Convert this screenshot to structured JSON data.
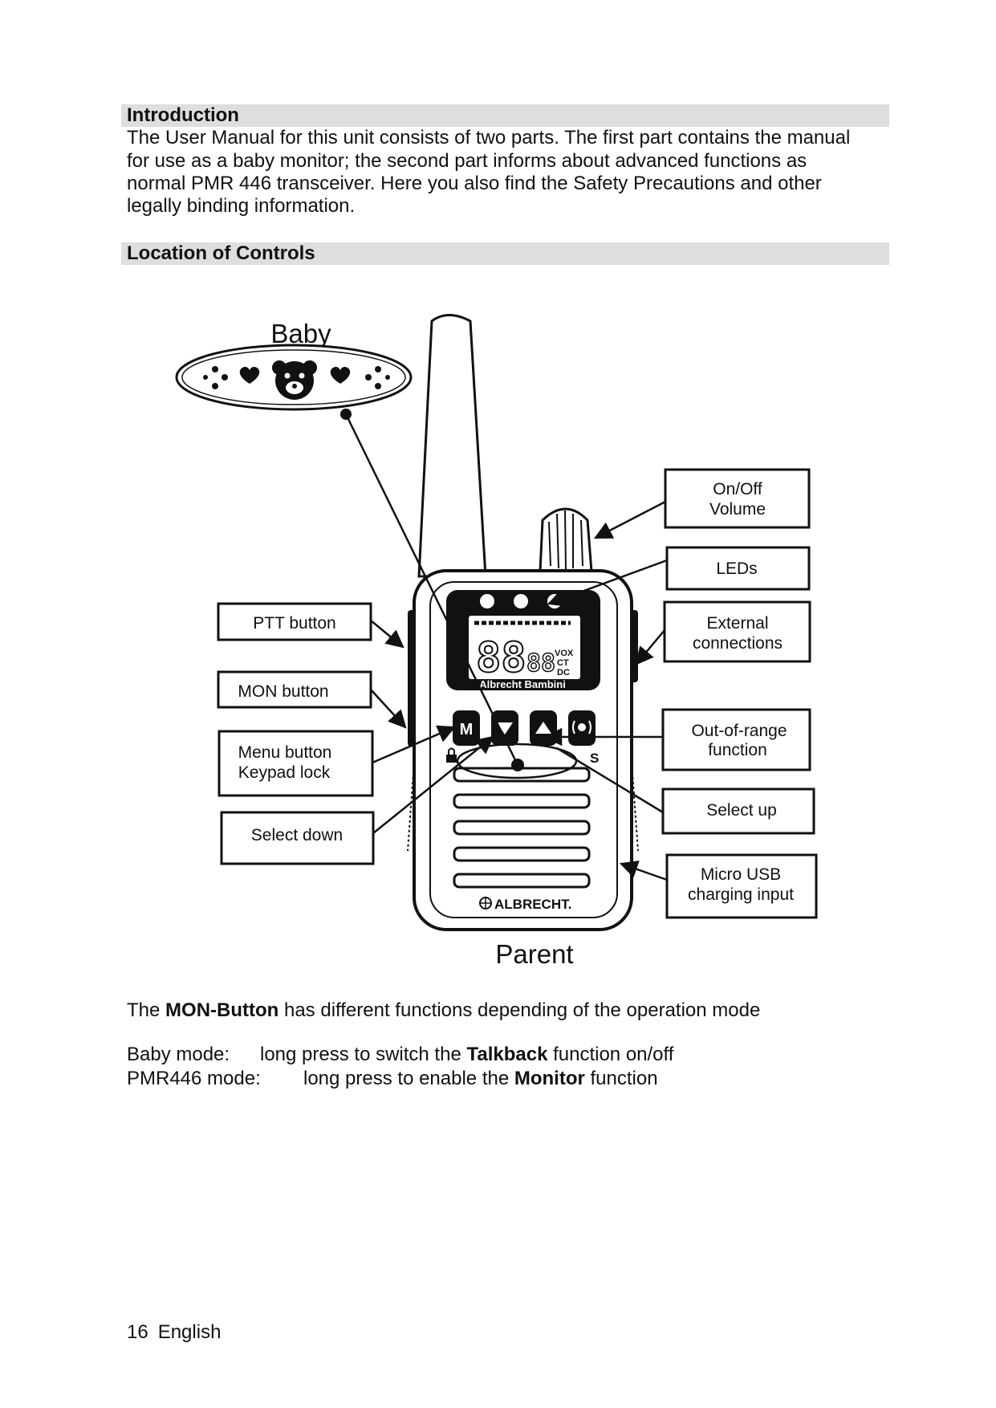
{
  "sections": {
    "introduction": {
      "heading": "Introduction",
      "lines": [
        "The User Manual for this unit consists of two parts. The first part contains the manual",
        "for use as a baby monitor; the second part informs about advanced functions as",
        "normal PMR 446 transceiver. Here you also find the Safety Precautions and other",
        "legally binding information."
      ]
    },
    "controls": {
      "heading": "Location of Controls"
    }
  },
  "diagram": {
    "baby_label": "Baby",
    "parent_label": "Parent",
    "device_brand": "ALBRECHT.",
    "display_label": "Albrecht Bambini",
    "display_digits": "88",
    "display_small_digits": "88",
    "display_vox": "VOX",
    "display_ct": "CT",
    "display_dc": "DC",
    "key_m": "M",
    "key_s": "S",
    "callouts": {
      "on_off": [
        "On/Off",
        "Volume"
      ],
      "leds": [
        "LEDs"
      ],
      "external": [
        "External",
        "connections"
      ],
      "ptt": [
        "PTT button"
      ],
      "mon": [
        "MON button"
      ],
      "menu": [
        "Menu button",
        "Keypad lock"
      ],
      "select_down": [
        "Select down"
      ],
      "out_of_range": [
        "Out-of-range",
        "function"
      ],
      "select_up": [
        "Select up"
      ],
      "usb": [
        "Micro USB",
        "charging input"
      ]
    }
  },
  "mon_text": {
    "prefix": "The ",
    "bold": "MON-Button",
    "suffix": " has different functions depending of the operation mode"
  },
  "modes": {
    "baby": {
      "label": "Baby mode:",
      "text": "long press to switch the ",
      "bold": "Talkback",
      "suffix": " function on/off"
    },
    "pmr": {
      "label": "PMR446 mode:",
      "text": "long press to enable the ",
      "bold": "Monitor",
      "suffix": " function"
    }
  },
  "footer": {
    "page": "16",
    "language": "English"
  }
}
